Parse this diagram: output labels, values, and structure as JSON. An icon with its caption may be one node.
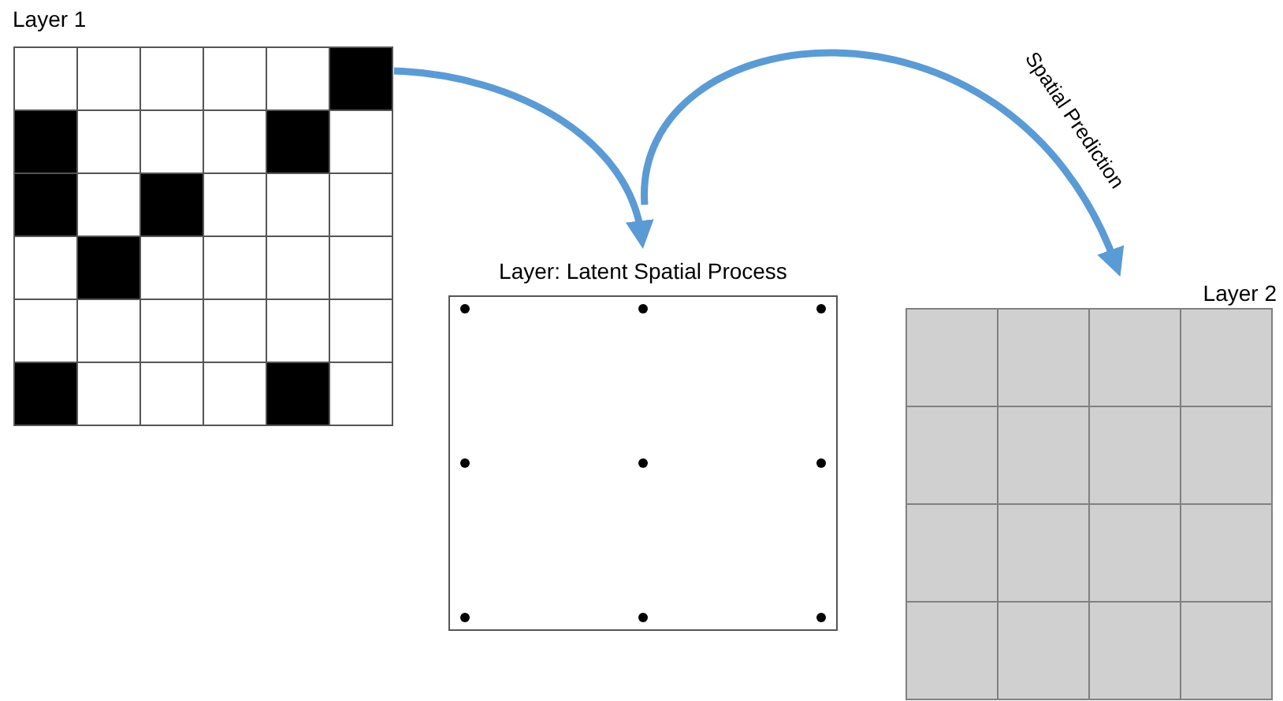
{
  "diagram": {
    "nodes": [
      {
        "text": [
          "Layer 1"
        ]
      },
      {
        "text": [
          "Layer: Latent Spatial Process"
        ]
      },
      {
        "text": [
          "Layer 2"
        ]
      }
    ],
    "edges": [
      {
        "from": 0,
        "to": 1,
        "arrow": "to"
      },
      {
        "from": 1,
        "to": 2,
        "arrow": "to",
        "label": "Spatial Prediction"
      }
    ]
  }
}
